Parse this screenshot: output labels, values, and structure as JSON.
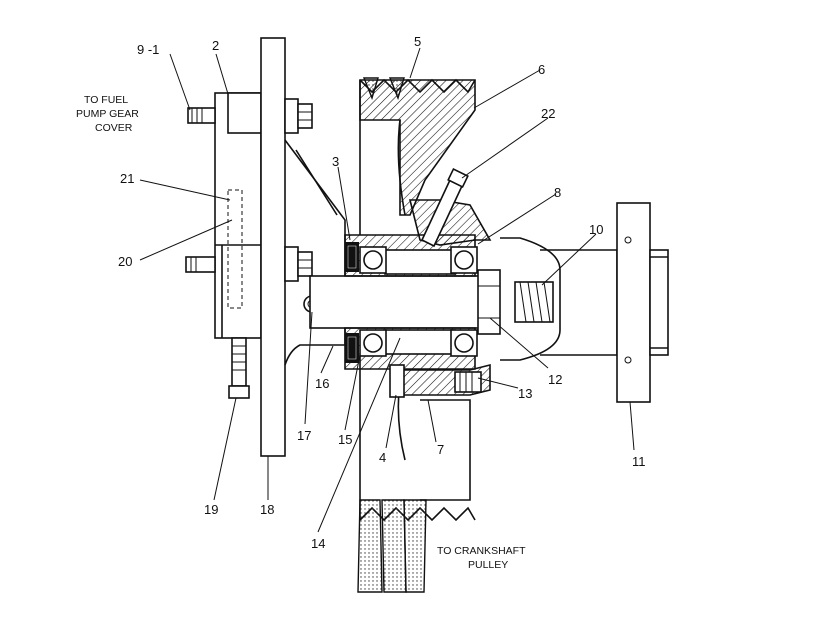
{
  "captions": {
    "fuel_pump": [
      "TO FUEL",
      "PUMP GEAR",
      "COVER"
    ],
    "crankshaft": [
      "TO CRANKSHAFT",
      "PULLEY"
    ]
  },
  "callouts": [
    "9 -1",
    "2",
    "5",
    "6",
    "22",
    "3",
    "8",
    "21",
    "20",
    "10",
    "16",
    "17",
    "15",
    "4",
    "13",
    "12",
    "11",
    "7",
    "19",
    "18",
    "14"
  ],
  "colors": {
    "ink": "#111111",
    "paper": "#ffffff"
  }
}
